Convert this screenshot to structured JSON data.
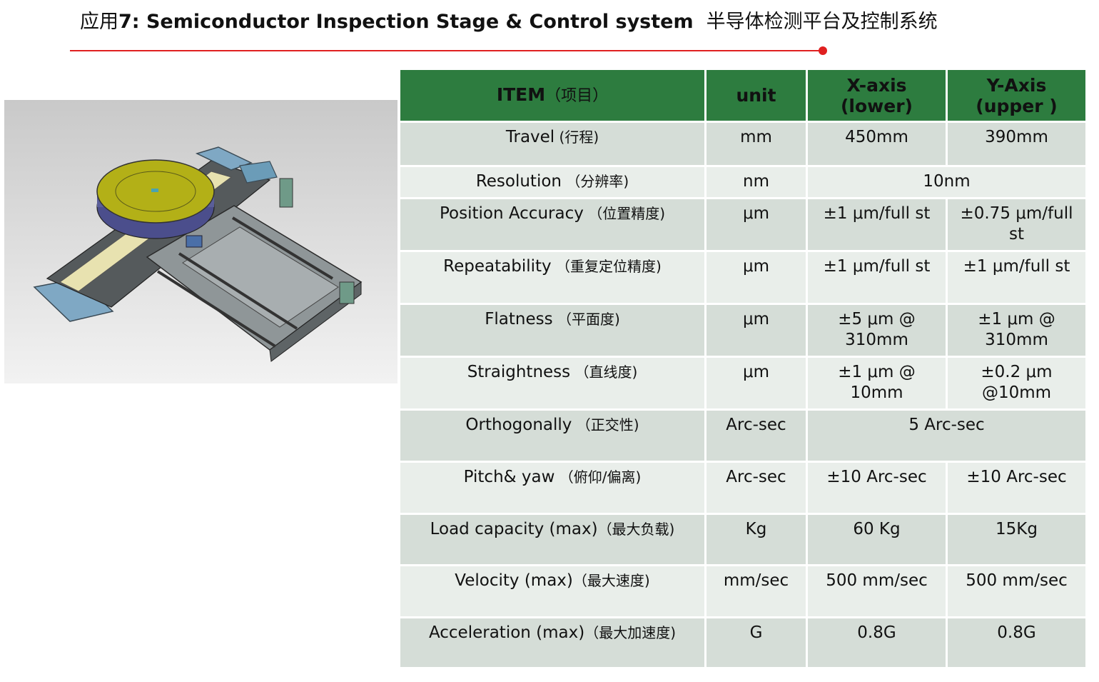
{
  "header": {
    "prefix": "应用",
    "title": "7: Semiconductor Inspection Stage & Control system",
    "title_cn": "半导体检测平台及控制系统"
  },
  "colors": {
    "header_green": "#2d7c3f",
    "row_dark": "#d5ddd7",
    "row_light": "#e9eeea",
    "accent_red": "#e02020"
  },
  "table": {
    "headers": {
      "item": "ITEM",
      "item_cn": "（项目）",
      "unit": "unit",
      "x_line1": "X-axis",
      "x_line2": "(lower)",
      "y_line1": "Y-Axis",
      "y_line2": "(upper )"
    },
    "rows": [
      {
        "item": "Travel",
        "item_cn": " (行程)",
        "unit": "mm",
        "x": "450mm",
        "y": "390mm"
      },
      {
        "item": "Resolution",
        "item_cn": " （分辨率)",
        "unit": "nm",
        "xy": "10nm"
      },
      {
        "item": "Position Accuracy",
        "item_cn": " （位置精度)",
        "unit": "μm",
        "x": "±1 μm/full st",
        "y": "±0.75 μm/full st"
      },
      {
        "item": "Repeatability",
        "item_cn": " （重复定位精度)",
        "unit": "μm",
        "x": "±1 μm/full st",
        "y": "±1 μm/full st"
      },
      {
        "item": "Flatness",
        "item_cn": " （平面度)",
        "unit": "μm",
        "x": "±5 μm @ 310mm",
        "y": "±1 μm @ 310mm"
      },
      {
        "item": "Straightness",
        "item_cn": " （直线度)",
        "unit": "μm",
        "x": "±1 μm @ 10mm",
        "y": "±0.2 μm @10mm"
      },
      {
        "item": "Orthogonally",
        "item_cn": " （正交性)",
        "unit": "Arc-sec",
        "xy": "5 Arc-sec"
      },
      {
        "item": "Pitch& yaw",
        "item_cn": " （俯仰/偏离)",
        "unit": "Arc-sec",
        "x": "±10 Arc-sec",
        "y": "±10 Arc-sec"
      },
      {
        "item": "Load capacity (max)",
        "item_cn": "（最大负载)",
        "unit": "Kg",
        "x": "60 Kg",
        "y": "15Kg"
      },
      {
        "item": "Velocity (max)",
        "item_cn": "（最大速度)",
        "unit": "mm/sec",
        "x": "500 mm/sec",
        "y": "500 mm/sec"
      },
      {
        "item": "Acceleration (max)",
        "item_cn": "（最大加速度)",
        "unit": "G",
        "x": "0.8G",
        "y": "0.8G"
      }
    ]
  }
}
